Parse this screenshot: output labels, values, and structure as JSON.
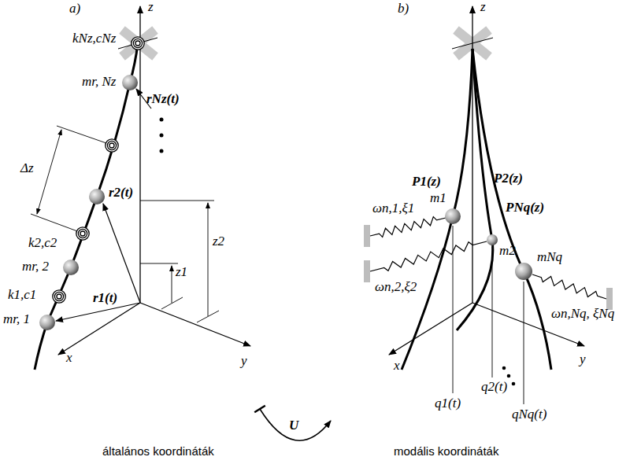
{
  "diagram": {
    "nodes": [
      {
        "text": [
          "a)",
          "általános koordináták"
        ]
      },
      {
        "text": [
          "b)",
          "modális koordináták"
        ]
      }
    ],
    "edges": [
      {
        "from": 0,
        "to": 1,
        "arrow": "to",
        "label": "U"
      }
    ],
    "labels": [
      "z",
      "kNz,cNz",
      "mr, Nz",
      "rNz(t)",
      "Δz",
      "r2(t)",
      "k2,c2",
      "mr, 2",
      "r1(t)",
      "k1,c1",
      "mr, 1",
      "z1",
      "z2",
      "x",
      "y",
      "z",
      "P1(z)",
      "P2(z)",
      "m1",
      "ωn,1,ξ1",
      "m2",
      "PNq(z)",
      "ωn,2,ξ2",
      "mNq",
      "ωn,Nq, ξNq",
      "q2(t)",
      "q1(t)",
      "qNq(t)",
      "x",
      "y"
    ]
  }
}
